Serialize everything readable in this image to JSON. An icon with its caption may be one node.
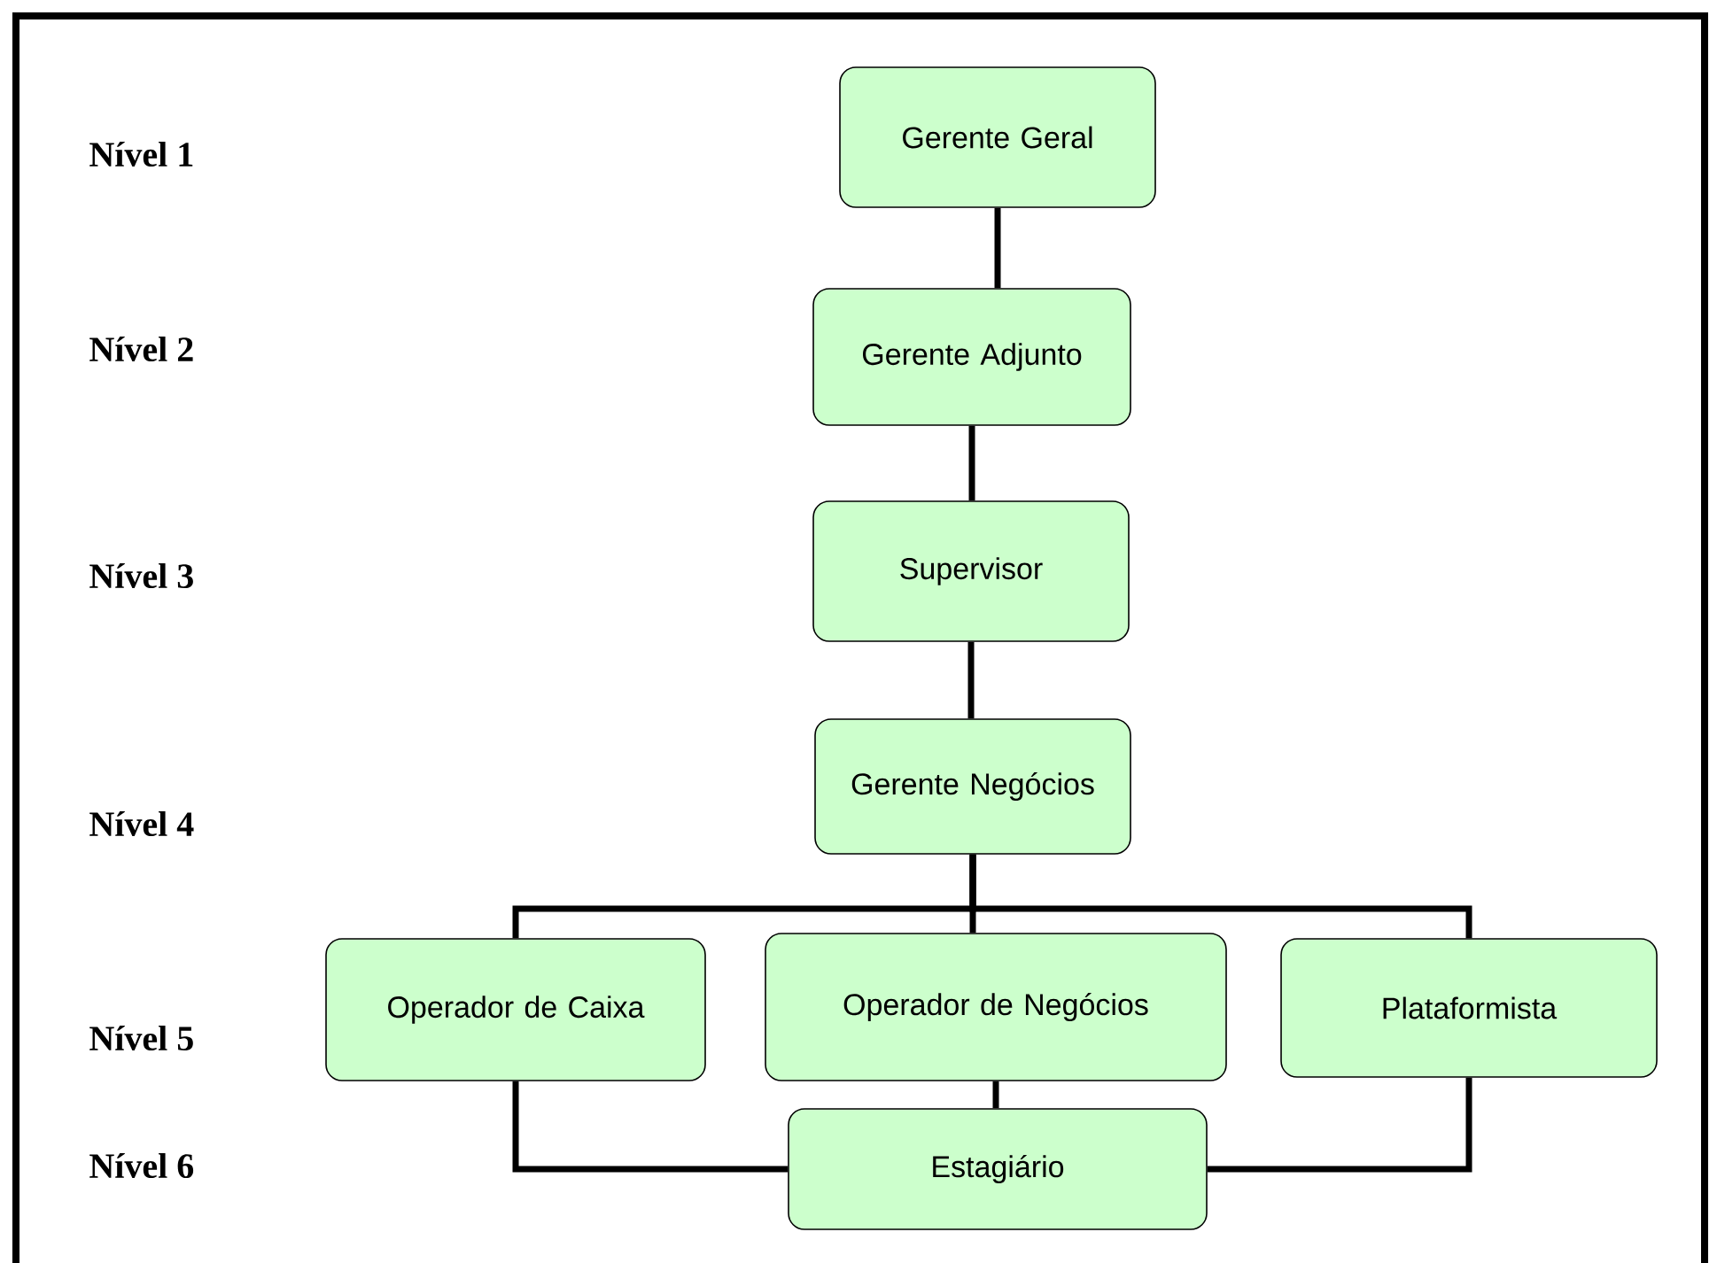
{
  "diagram": {
    "nodes": [
      {
        "text": [
          "Gerente Geral"
        ]
      },
      {
        "text": [
          "Gerente Adjunto"
        ]
      },
      {
        "text": [
          "Supervisor"
        ]
      },
      {
        "text": [
          "Gerente Negócios"
        ]
      },
      {
        "text": [
          "Operador de Caixa"
        ]
      },
      {
        "text": [
          "Operador de Negócios"
        ]
      },
      {
        "text": [
          "Plataformista"
        ]
      },
      {
        "text": [
          "Estagiário"
        ]
      }
    ],
    "edges": [
      {
        "from": 0,
        "to": 1,
        "arrow": "none"
      },
      {
        "from": 1,
        "to": 2,
        "arrow": "none"
      },
      {
        "from": 2,
        "to": 3,
        "arrow": "none"
      },
      {
        "from": 3,
        "to": 4,
        "arrow": "none"
      },
      {
        "from": 3,
        "to": 5,
        "arrow": "none"
      },
      {
        "from": 3,
        "to": 6,
        "arrow": "none"
      },
      {
        "from": 5,
        "to": 7,
        "arrow": "none"
      },
      {
        "from": 4,
        "to": 7,
        "arrow": "none"
      },
      {
        "from": 6,
        "to": 7,
        "arrow": "none"
      }
    ],
    "labels": [
      "Nível 1",
      "Nível 2",
      "Nível 3",
      "Nível 4",
      "Nível 5",
      "Nível 6"
    ]
  }
}
